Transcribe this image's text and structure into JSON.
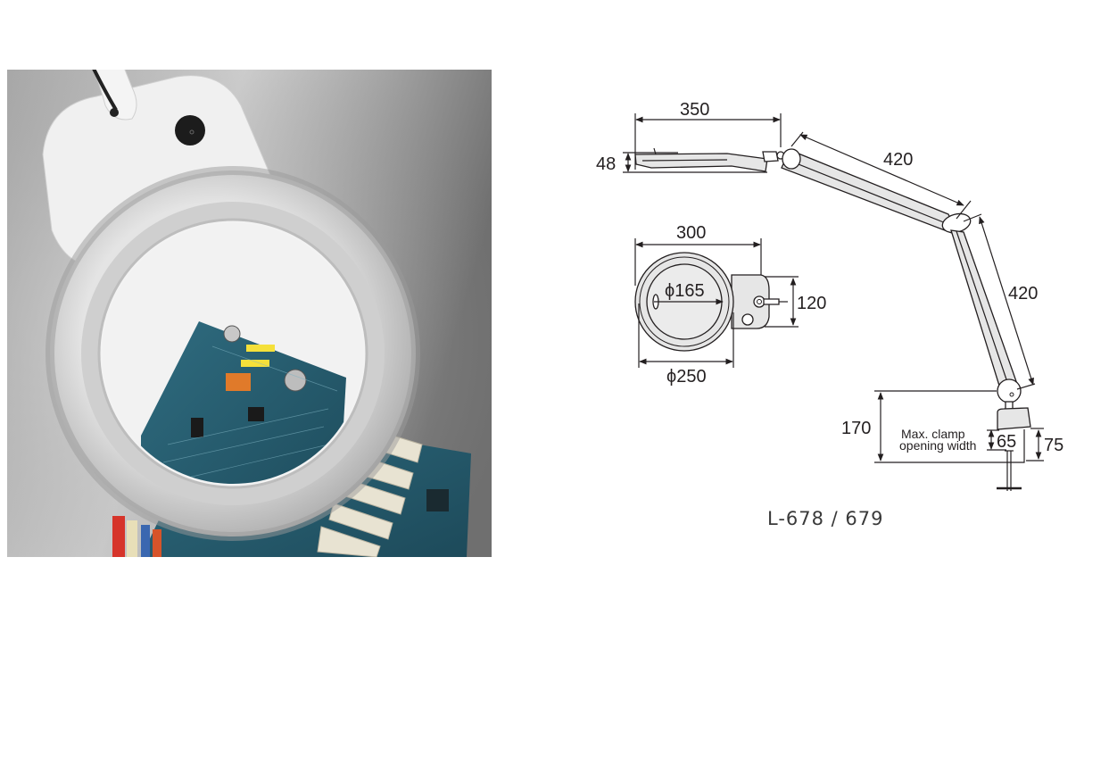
{
  "photo": {
    "subject": "LED magnifier lamp over computer motherboard",
    "alt": "Ring magnifier lamp head with rocker switch magnifying a circuit board"
  },
  "drawing": {
    "model_label": "L-678 / 679",
    "dimensions": {
      "head_length": "350",
      "head_thickness": "48",
      "upper_arm": "420",
      "lower_arm": "420",
      "head_width": "300",
      "lens_diameter": "ϕ165",
      "head_diameter": "ϕ250",
      "neck_width": "120",
      "base_height": "170",
      "clamp_opening": "65",
      "clamp_height": "75"
    },
    "notes": {
      "clamp_line1": "Max. clamp",
      "clamp_line2": "opening width"
    },
    "colors": {
      "line": "#231f20",
      "fill": "#e6e6e6"
    }
  }
}
